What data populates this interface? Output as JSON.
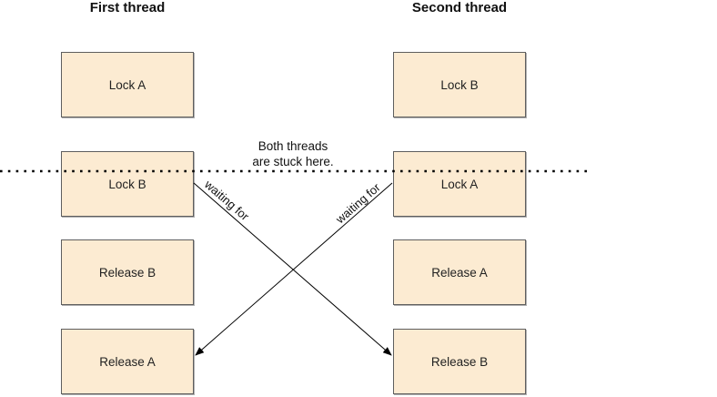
{
  "columns": [
    {
      "title": "First thread",
      "steps": [
        "Lock A",
        "Lock B",
        "Release B",
        "Release A"
      ]
    },
    {
      "title": "Second thread",
      "steps": [
        "Lock B",
        "Lock A",
        "Release A",
        "Release B"
      ]
    }
  ],
  "stuck_caption_line1": "Both threads",
  "stuck_caption_line2": "are stuck here.",
  "arrow_labels": {
    "left": "waiting for",
    "right": "waiting for"
  },
  "colors": {
    "box_fill": "#fcebd2",
    "box_border": "#5e5e5e",
    "line": "#000000"
  }
}
